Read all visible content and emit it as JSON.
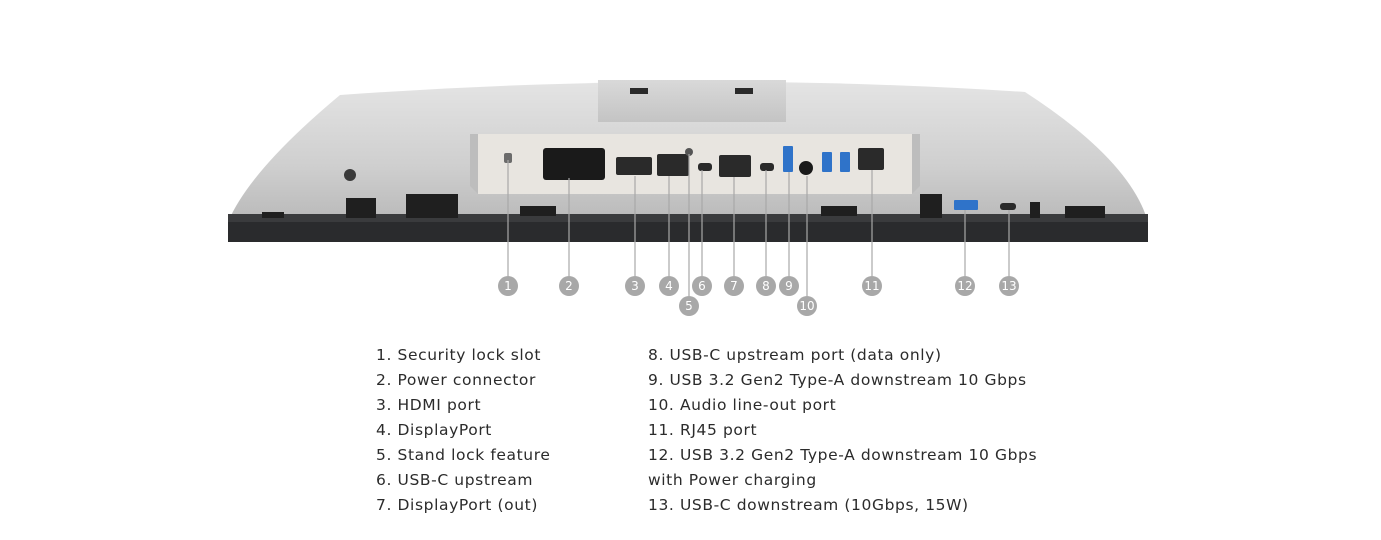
{
  "callouts": [
    "1",
    "2",
    "3",
    "4",
    "5",
    "6",
    "7",
    "8",
    "9",
    "10",
    "11",
    "12",
    "13"
  ],
  "legend_left": [
    "1. Security lock slot",
    "2. Power connector",
    "3. HDMI port",
    "4. DisplayPort",
    "5. Stand lock feature",
    "6. USB-C upstream",
    "7. DisplayPort (out)"
  ],
  "legend_right": [
    "8. USB-C upstream port (data only)",
    "9. USB 3.2 Gen2 Type-A downstream 10 Gbps",
    "10. Audio line-out port",
    "11. RJ45 port",
    "12. USB 3.2 Gen2 Type-A downstream 10 Gbps",
    "with Power charging",
    "13. USB-C downstream (10Gbps, 15W)"
  ],
  "colors": {
    "body": "#c9c9c9",
    "panel": "#e6e3de",
    "base": "#2a2b2d",
    "callout": "#a8a8a8",
    "usb_blue": "#2f73c9"
  }
}
